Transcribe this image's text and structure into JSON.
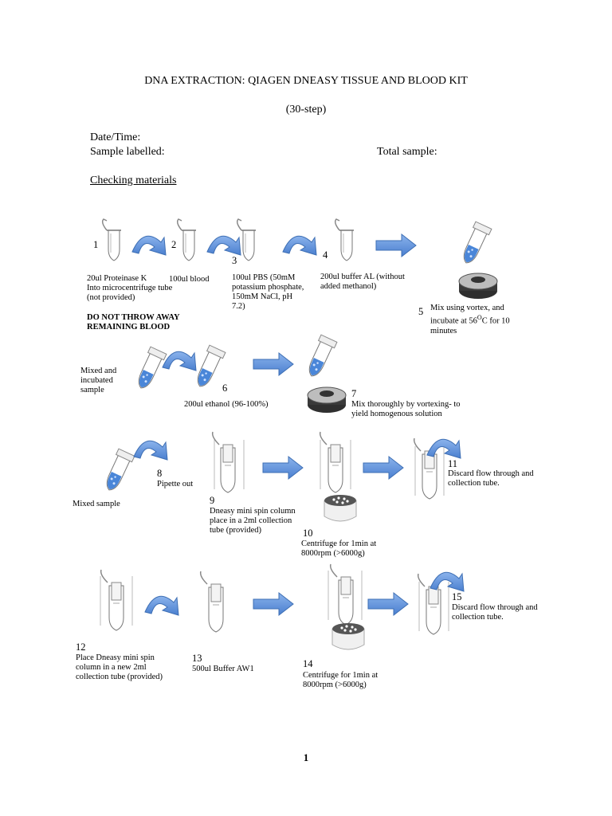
{
  "header": {
    "title": "DNA EXTRACTION: QIAGEN DNEASY TISSUE AND BLOOD KIT",
    "subtitle": "(30-step)",
    "date_label": "Date/Time:",
    "sample_label": "Sample labelled:",
    "total_label": "Total sample:",
    "section": "Checking materials"
  },
  "steps": {
    "s1": {
      "num": "1",
      "lines": [
        "20ul Proteinase K",
        "Into microcentrifuge tube",
        "(not provided)"
      ]
    },
    "s2": {
      "num": "2",
      "text": "100ul blood"
    },
    "s3": {
      "num": "3",
      "lines": [
        "100ul PBS (50mM",
        "potassium phosphate,",
        "150mM NaCl, pH",
        "7.2)"
      ]
    },
    "s4": {
      "num": "4",
      "lines": [
        "200ul buffer AL (without",
        "added methanol)"
      ]
    },
    "s5": {
      "num": "5",
      "lines": [
        "Mix using vortex, and",
        "incubate at 56",
        "C for 10",
        "minutes"
      ],
      "sup": "O"
    },
    "warning": [
      "DO NOT THROW AWAY",
      "REMAINING BLOOD"
    ],
    "mixed_incubated": [
      "Mixed and",
      "incubated",
      "sample"
    ],
    "s6": {
      "num": "6",
      "text": "200ul ethanol (96-100%)"
    },
    "s7": {
      "num": "7",
      "lines": [
        "Mix thoroughly by vortexing- to",
        "yield homogenous solution"
      ]
    },
    "s8": {
      "num": "8",
      "text": "Pipette out"
    },
    "mixed_sample": "Mixed sample",
    "s9": {
      "num": "9",
      "lines": [
        "Dneasy mini spin column",
        "place in a 2ml collection",
        "tube (provided)"
      ]
    },
    "s10": {
      "num": "10",
      "lines": [
        "Centrifuge for 1min at",
        "8000rpm (>6000g)"
      ]
    },
    "s11": {
      "num": "11",
      "lines": [
        "Discard flow through and",
        "collection tube."
      ]
    },
    "s12": {
      "num": "12",
      "lines": [
        "Place Dneasy mini spin",
        "column in a new 2ml",
        "collection tube (provided)"
      ]
    },
    "s13": {
      "num": "13",
      "text": "500ul Buffer AW1"
    },
    "s14": {
      "num": "14",
      "lines": [
        "Centrifuge for 1min at",
        "8000rpm (>6000g)"
      ]
    },
    "s15": {
      "num": "15",
      "lines": [
        "Discard flow through and",
        "collection tube."
      ]
    }
  },
  "footer": {
    "page_number": "1"
  },
  "colors": {
    "arrow_fill": "#5b8fd6",
    "arrow_stroke": "#3e6fb4",
    "blue_liquid": "#4a86d8"
  }
}
